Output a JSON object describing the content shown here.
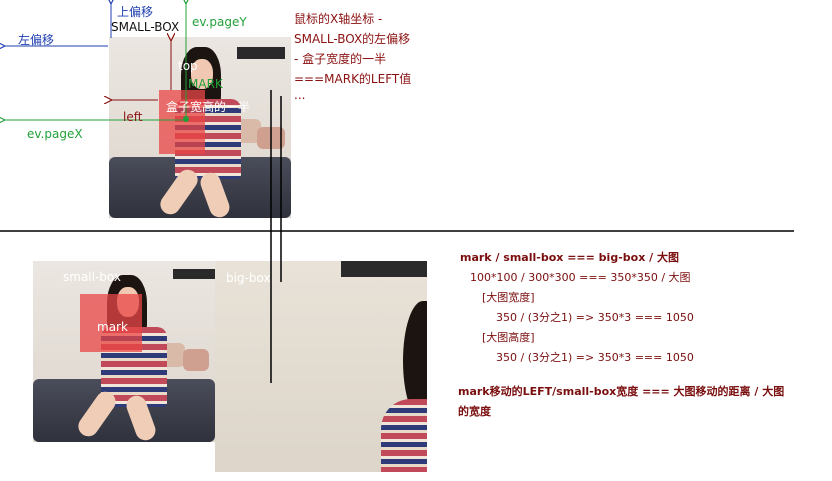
{
  "top_diagram": {
    "label_up_offset": "上偏移",
    "label_small_box": "SMALL-BOX",
    "label_left_offset": "左偏移",
    "label_pagey": "ev.pageY",
    "label_pagex": "ev.pageX",
    "label_left": "left",
    "label_top": "top",
    "label_mark": "MARK",
    "label_half": "盒子宽高的一半",
    "explanation_lines": [
      "鼠标的X轴坐标 -",
      "SMALL-BOX的左偏移",
      "- 盒子宽度的一半",
      "===MARK的LEFT值",
      "..."
    ]
  },
  "bottom_diagram": {
    "label_small_box": "small-box",
    "label_mark": "mark",
    "label_big_box": "big-box"
  },
  "notes": {
    "line1": "mark / small-box  === big-box / 大图",
    "line2": "100*100 / 300*300  === 350*350 / 大图",
    "line3": "[大图宽度]",
    "line4": "350 / (3分之1) => 350*3  === 1050",
    "line5": "[大图高度]",
    "line6": "350 / (3分之1) => 350*3  === 1050",
    "line7": "mark移动的LEFT/small-box宽度 ===  大图移动的距离 / 大图",
    "line8": "的宽度"
  },
  "colors": {
    "blue": "#1f3fb0",
    "green": "#22a03a",
    "dark_red": "#8b1111",
    "mark_red": "#e84646"
  }
}
